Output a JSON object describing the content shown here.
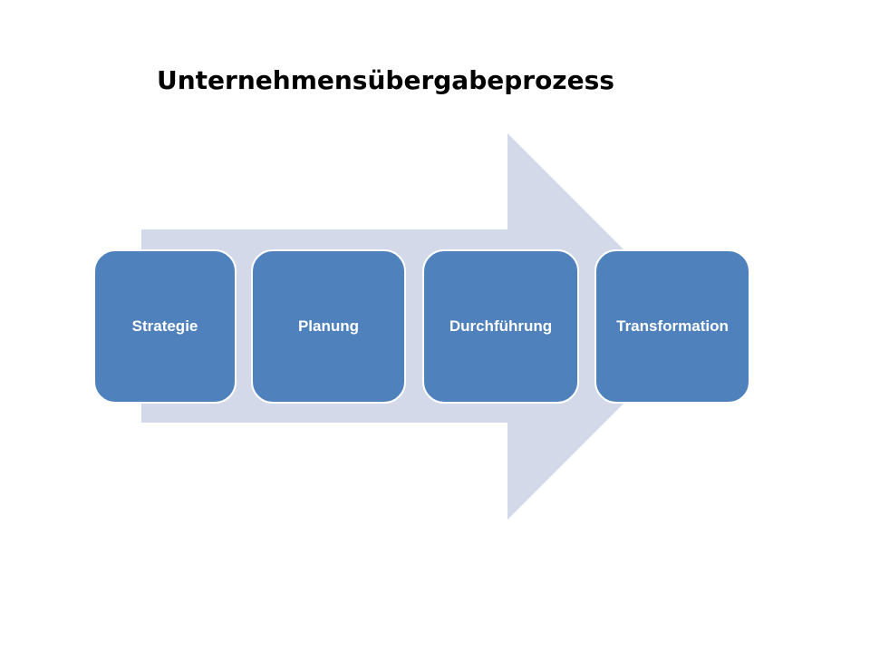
{
  "title": "Unternehmensübergabeprozess",
  "steps": [
    {
      "label": "Strategie"
    },
    {
      "label": "Planung"
    },
    {
      "label": "Durchführung"
    },
    {
      "label": "Transformation"
    }
  ],
  "colors": {
    "arrow": "#d3d9e8",
    "box": "#4f81bd",
    "box_border": "#ffffff",
    "text": "#ffffff",
    "title": "#000000"
  }
}
